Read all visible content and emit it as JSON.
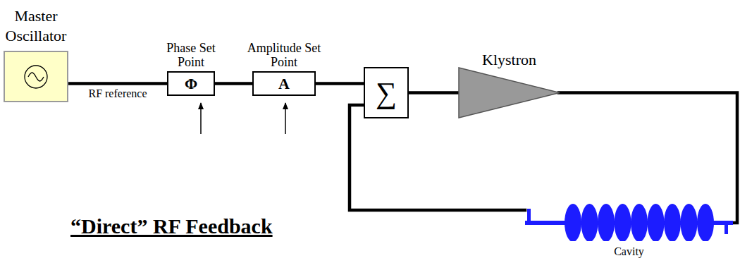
{
  "diagram": {
    "title": "“Direct” RF Feedback",
    "nodes": [
      {
        "text": [
          "Master Oscillator"
        ]
      },
      {
        "text": [
          "Phase Set Point",
          "Φ"
        ]
      },
      {
        "text": [
          "Amplitude Set Point",
          "A"
        ]
      },
      {
        "text": [
          "∑"
        ]
      },
      {
        "text": [
          "Klystron"
        ]
      },
      {
        "text": [
          "Cavity"
        ]
      }
    ],
    "edges": [
      {
        "from": 0,
        "to": 1,
        "arrow": "none",
        "label": "RF reference"
      },
      {
        "from": 1,
        "to": 2,
        "arrow": "none"
      },
      {
        "from": 2,
        "to": 3,
        "arrow": "none"
      },
      {
        "from": 3,
        "to": 4,
        "arrow": "none"
      },
      {
        "from": 4,
        "to": 5,
        "arrow": "none"
      },
      {
        "from": 5,
        "to": 3,
        "arrow": "none"
      }
    ]
  }
}
